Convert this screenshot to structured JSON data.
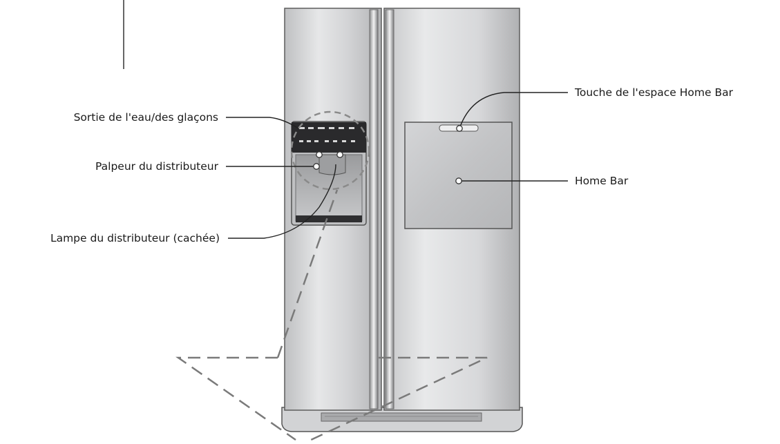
{
  "labels": {
    "water_ice_outlet": "Sortie de l'eau/des glaçons",
    "dispenser_sensor": "Palpeur du distributeur",
    "dispenser_lamp": "Lampe du distributeur (cachée)",
    "home_bar_key": "Touche de l'espace Home Bar",
    "home_bar": "Home Bar"
  },
  "colors": {
    "door": "#c9cacc",
    "door_highlight": "#e9eaeb",
    "door_edge": "#5c5c5c",
    "dispenser_panel": "#2a2a2c",
    "callout_line": "#222222",
    "dashed": "#7a7a7a"
  }
}
